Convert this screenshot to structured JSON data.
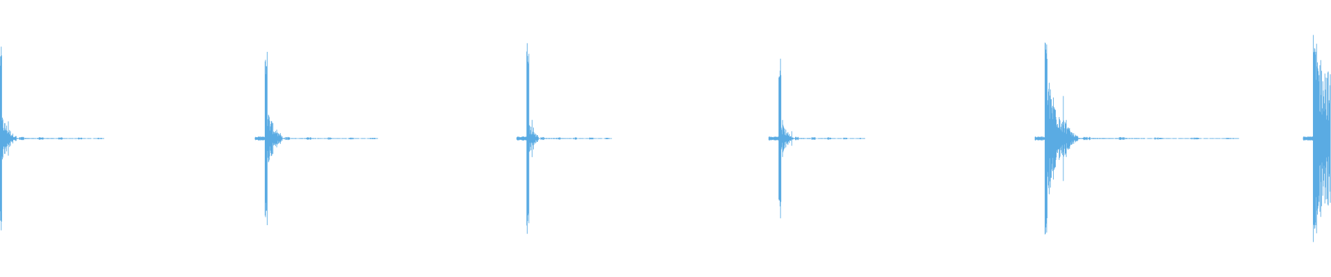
{
  "waveform": {
    "color": "#5aabe3",
    "background": "#ffffff",
    "transients": [
      {
        "time_fraction": 0.0005,
        "amplitude": 0.83,
        "body_amplitude": 0.22,
        "decay_fraction": 0.012,
        "tail_fraction": 0.066
      },
      {
        "time_fraction": 0.2,
        "amplitude": 0.82,
        "body_amplitude": 0.28,
        "decay_fraction": 0.012,
        "tail_fraction": 0.072
      },
      {
        "time_fraction": 0.3966,
        "amplitude": 0.92,
        "body_amplitude": 0.16,
        "decay_fraction": 0.008,
        "tail_fraction": 0.055
      },
      {
        "time_fraction": 0.586,
        "amplitude": 0.75,
        "body_amplitude": 0.17,
        "decay_fraction": 0.01,
        "tail_fraction": 0.054
      },
      {
        "time_fraction": 0.786,
        "amplitude": 0.96,
        "body_amplitude": 0.58,
        "decay_fraction": 0.024,
        "tail_fraction": 0.121
      },
      {
        "time_fraction": 0.9875,
        "amplitude": 0.96,
        "body_amplitude": 0.88,
        "decay_fraction": 0.05,
        "tail_fraction": 0.05
      }
    ]
  }
}
